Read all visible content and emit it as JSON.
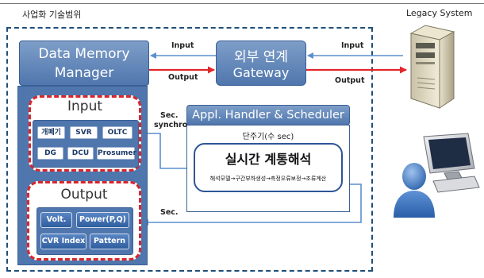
{
  "scope_label": "사업화 기술범위",
  "legacy_label": "Legacy System",
  "data_memory_manager": {
    "line1": "Data Memory",
    "line2": "Manager"
  },
  "gateway": {
    "line1": "외부 연계",
    "line2": "Gateway"
  },
  "flows": {
    "input_left": "Input",
    "output_left": "Output",
    "input_right": "Input",
    "output_right": "Output",
    "sec_synchro_1": "Sec.",
    "sec_synchro_2": "synchro.",
    "sec": "Sec."
  },
  "input_group": {
    "title": "Input",
    "items": [
      "개폐기",
      "SVR",
      "OLTC",
      "DG",
      "DCU",
      "Prosumer"
    ]
  },
  "output_group": {
    "title": "Output",
    "items": [
      "Volt.",
      "Power(P,Q)",
      "CVR Index",
      "Pattern"
    ]
  },
  "handler": {
    "title": "Appl. Handler & Scheduler",
    "period": "단주기(수 sec)",
    "realtime_title": "실시간 계통해석",
    "steps": "해석모델→구간부하생성→측정오류보정→조류계산"
  },
  "colors": {
    "box_blue": "#4f76ad",
    "red_dash": "#d8262b",
    "red_arrow": "#e3262a",
    "scope_dash": "#1f4e79"
  }
}
